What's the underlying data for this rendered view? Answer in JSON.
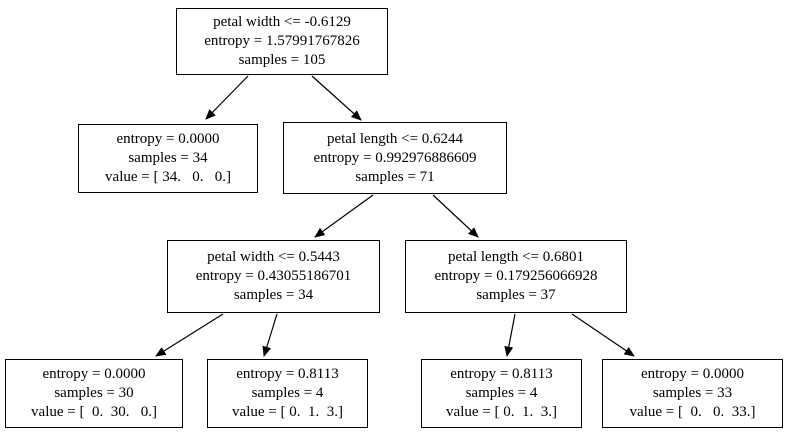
{
  "diagram": {
    "kind": "decision-tree",
    "node_border_color": "#000000",
    "background_color": "#ffffff",
    "text_color": "#000000"
  },
  "tree": {
    "nodes": [
      {
        "id": "root",
        "lines": [
          "petal width <= -0.6129",
          "entropy = 1.57991767826",
          "samples = 105"
        ]
      },
      {
        "id": "depth1-left-leaf",
        "lines": [
          "entropy = 0.0000",
          "samples = 34",
          "value = [ 34.   0.   0.]"
        ]
      },
      {
        "id": "depth1-right-split",
        "lines": [
          "petal length <= 0.6244",
          "entropy = 0.992976886609",
          "samples = 71"
        ]
      },
      {
        "id": "depth2-left-split",
        "lines": [
          "petal width <= 0.5443",
          "entropy = 0.43055186701",
          "samples = 34"
        ]
      },
      {
        "id": "depth2-right-split",
        "lines": [
          "petal length <= 0.6801",
          "entropy = 0.179256066928",
          "samples = 37"
        ]
      },
      {
        "id": "leaf-1",
        "lines": [
          "entropy = 0.0000",
          "samples = 30",
          "value = [  0.  30.   0.]"
        ]
      },
      {
        "id": "leaf-2",
        "lines": [
          "entropy = 0.8113",
          "samples = 4",
          "value = [ 0.  1.  3.]"
        ]
      },
      {
        "id": "leaf-3",
        "lines": [
          "entropy = 0.8113",
          "samples = 4",
          "value = [ 0.  1.  3.]"
        ]
      },
      {
        "id": "leaf-4",
        "lines": [
          "entropy = 0.0000",
          "samples = 33",
          "value = [  0.   0.  33.]"
        ]
      }
    ]
  }
}
